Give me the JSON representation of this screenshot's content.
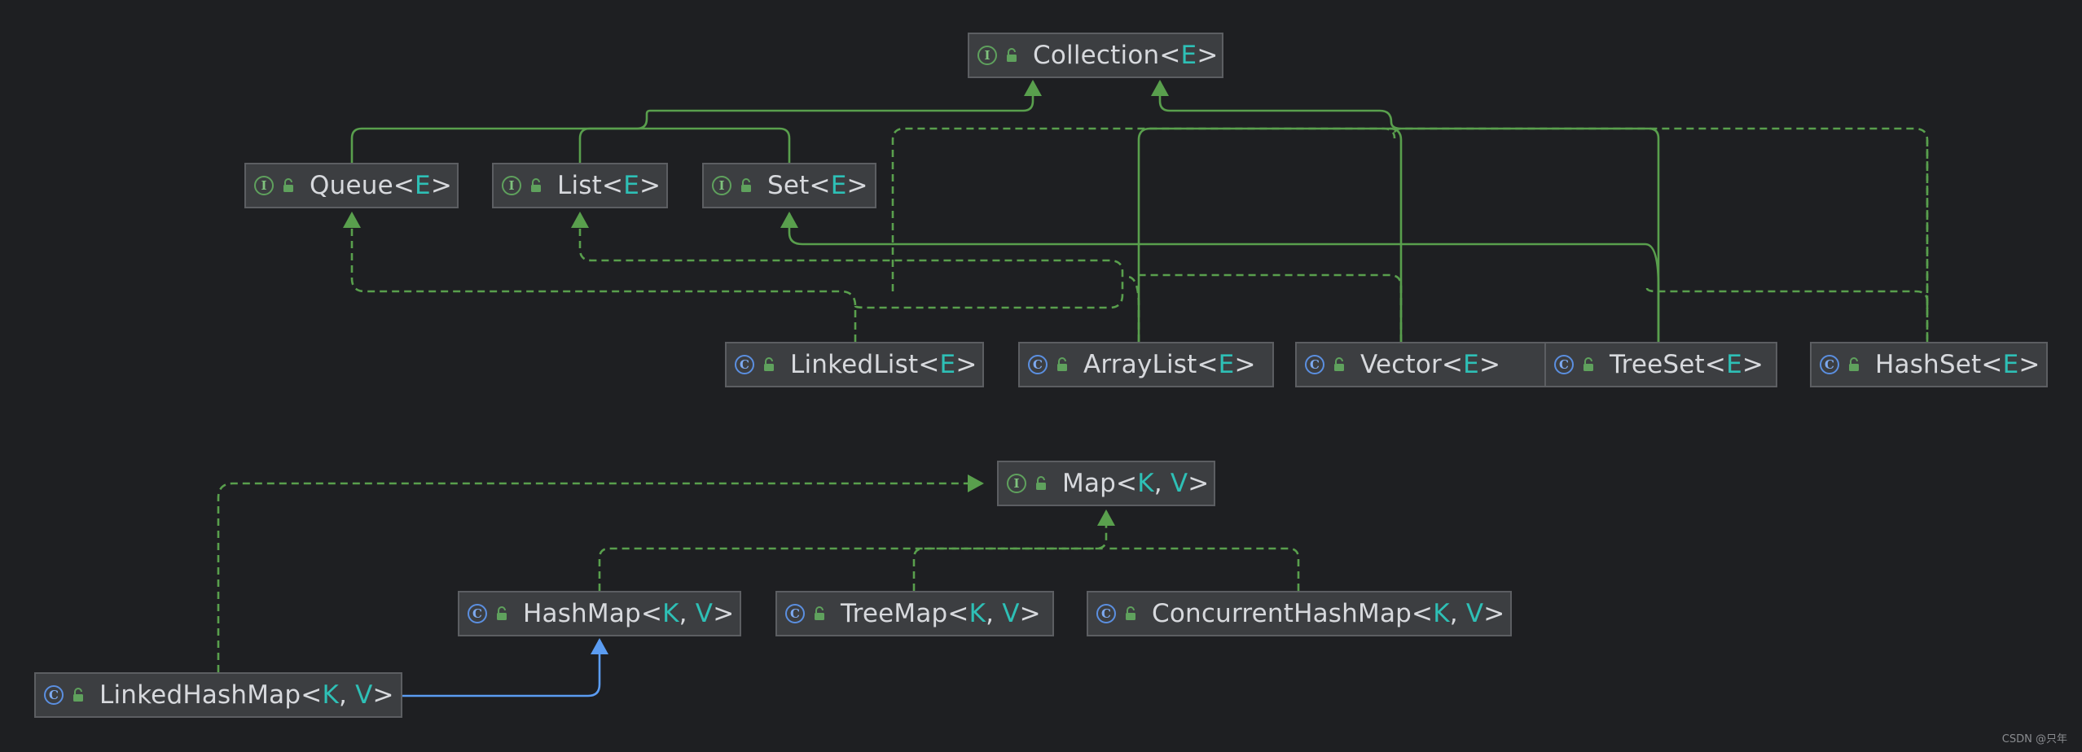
{
  "diagram": {
    "nodes": [
      {
        "id": "collection",
        "kind": "interface",
        "name": "Collection",
        "params": [
          "E"
        ]
      },
      {
        "id": "queue",
        "kind": "interface",
        "name": "Queue",
        "params": [
          "E"
        ]
      },
      {
        "id": "list",
        "kind": "interface",
        "name": "List",
        "params": [
          "E"
        ]
      },
      {
        "id": "set",
        "kind": "interface",
        "name": "Set",
        "params": [
          "E"
        ]
      },
      {
        "id": "linkedlist",
        "kind": "class",
        "name": "LinkedList",
        "params": [
          "E"
        ]
      },
      {
        "id": "arraylist",
        "kind": "class",
        "name": "ArrayList",
        "params": [
          "E"
        ]
      },
      {
        "id": "vector",
        "kind": "class",
        "name": "Vector",
        "params": [
          "E"
        ]
      },
      {
        "id": "treeset",
        "kind": "class",
        "name": "TreeSet",
        "params": [
          "E"
        ]
      },
      {
        "id": "hashset",
        "kind": "class",
        "name": "HashSet",
        "params": [
          "E"
        ]
      },
      {
        "id": "map",
        "kind": "interface",
        "name": "Map",
        "params": [
          "K",
          "V"
        ]
      },
      {
        "id": "hashmap",
        "kind": "class",
        "name": "HashMap",
        "params": [
          "K",
          "V"
        ]
      },
      {
        "id": "treemap",
        "kind": "class",
        "name": "TreeMap",
        "params": [
          "K",
          "V"
        ]
      },
      {
        "id": "concurrenthashmap",
        "kind": "class",
        "name": "ConcurrentHashMap",
        "params": [
          "K",
          "V"
        ]
      },
      {
        "id": "linkedhashmap",
        "kind": "class",
        "name": "LinkedHashMap",
        "params": [
          "K",
          "V"
        ]
      }
    ],
    "edges": [
      {
        "from": "queue",
        "to": "collection",
        "relation": "extends"
      },
      {
        "from": "list",
        "to": "collection",
        "relation": "extends"
      },
      {
        "from": "set",
        "to": "collection",
        "relation": "extends"
      },
      {
        "from": "linkedlist",
        "to": "queue",
        "relation": "implements"
      },
      {
        "from": "linkedlist",
        "to": "list",
        "relation": "implements"
      },
      {
        "from": "linkedlist",
        "to": "collection",
        "relation": "implements"
      },
      {
        "from": "arraylist",
        "to": "list",
        "relation": "implements"
      },
      {
        "from": "arraylist",
        "to": "collection",
        "relation": "implements"
      },
      {
        "from": "vector",
        "to": "list",
        "relation": "implements"
      },
      {
        "from": "vector",
        "to": "collection",
        "relation": "implements"
      },
      {
        "from": "treeset",
        "to": "set",
        "relation": "implements"
      },
      {
        "from": "treeset",
        "to": "collection",
        "relation": "implements"
      },
      {
        "from": "hashset",
        "to": "set",
        "relation": "implements"
      },
      {
        "from": "hashset",
        "to": "collection",
        "relation": "implements"
      },
      {
        "from": "hashmap",
        "to": "map",
        "relation": "implements"
      },
      {
        "from": "treemap",
        "to": "map",
        "relation": "implements"
      },
      {
        "from": "concurrenthashmap",
        "to": "map",
        "relation": "implements"
      },
      {
        "from": "linkedhashmap",
        "to": "map",
        "relation": "implements"
      },
      {
        "from": "linkedhashmap",
        "to": "hashmap",
        "relation": "extends"
      }
    ]
  },
  "badges": {
    "interface": "I",
    "class": "C"
  },
  "colors": {
    "background": "#1e1f22",
    "node_fill": "#3c3e41",
    "node_border": "#5c5e62",
    "type_param": "#2ec0b6",
    "edge_green": "#599f4d",
    "edge_blue": "#5b9cf2"
  },
  "watermark": "CSDN @只年"
}
